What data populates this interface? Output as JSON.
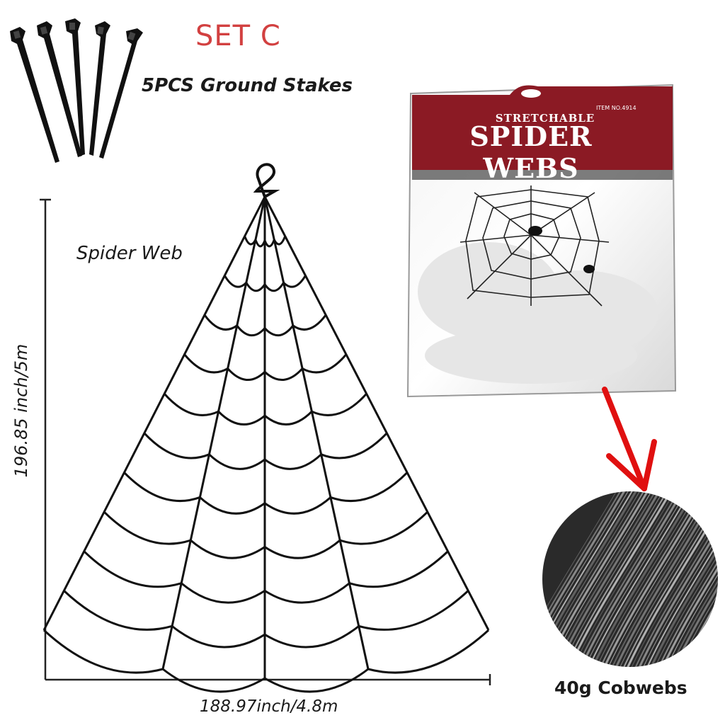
{
  "set": {
    "title": "SET C"
  },
  "stakes": {
    "label": "5PCS Ground Stakes",
    "icon": "ground-stake-icon"
  },
  "web": {
    "label": "Spider Web",
    "height_label": "196.85 inch/5m",
    "width_label": "188.97inch/4.8m"
  },
  "package": {
    "line1": "STRETCHABLE",
    "line2": "SPIDER WEBS",
    "item_no": "ITEM NO.4914",
    "header_color": "#8b1a24"
  },
  "cobweb": {
    "label": "40g Cobwebs"
  },
  "colors": {
    "title": "#d24040",
    "arrow": "#e01010"
  }
}
